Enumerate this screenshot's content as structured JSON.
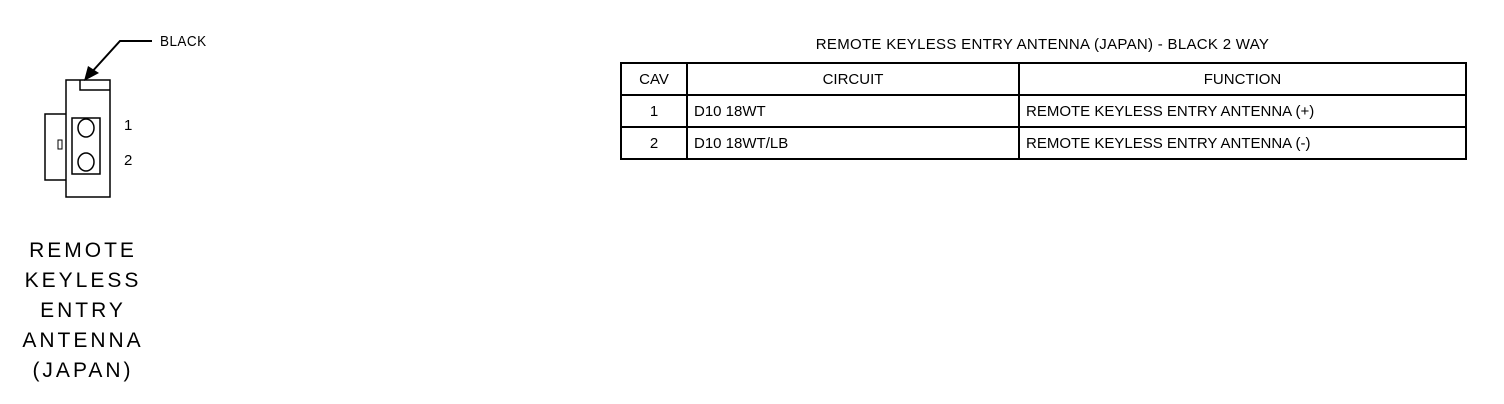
{
  "connector": {
    "color_callout": "BLACK",
    "pins": [
      "1",
      "2"
    ],
    "name_lines": [
      "REMOTE",
      "KEYLESS",
      "ENTRY",
      "ANTENNA",
      "(JAPAN)"
    ]
  },
  "table": {
    "title": "REMOTE KEYLESS ENTRY ANTENNA (JAPAN) - BLACK 2 WAY",
    "headers": [
      "CAV",
      "CIRCUIT",
      "FUNCTION"
    ],
    "rows": [
      {
        "cav": "1",
        "circuit": "D10 18WT",
        "function": "REMOTE KEYLESS ENTRY ANTENNA (+)"
      },
      {
        "cav": "2",
        "circuit": "D10 18WT/LB",
        "function": "REMOTE KEYLESS ENTRY ANTENNA (-)"
      }
    ]
  }
}
